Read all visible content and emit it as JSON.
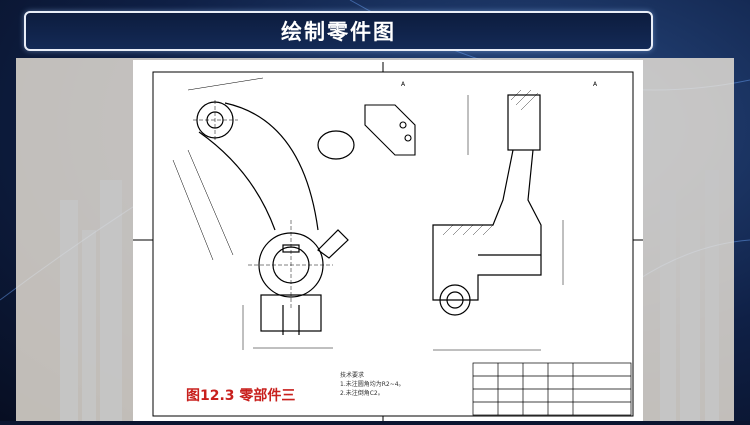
{
  "slide": {
    "title": "绘制零件图",
    "figure_caption": "图12.3 零部件三"
  },
  "drawing": {
    "section_label_a": "A",
    "section_label_b": "A",
    "notes": [
      "技术要求",
      "1.未注圆角均为R2~4。",
      "2.未注倒角C2。"
    ]
  },
  "colors": {
    "caption": "#c8201d",
    "title_border": "#e8edf7",
    "panel": "#f0e8dc"
  }
}
